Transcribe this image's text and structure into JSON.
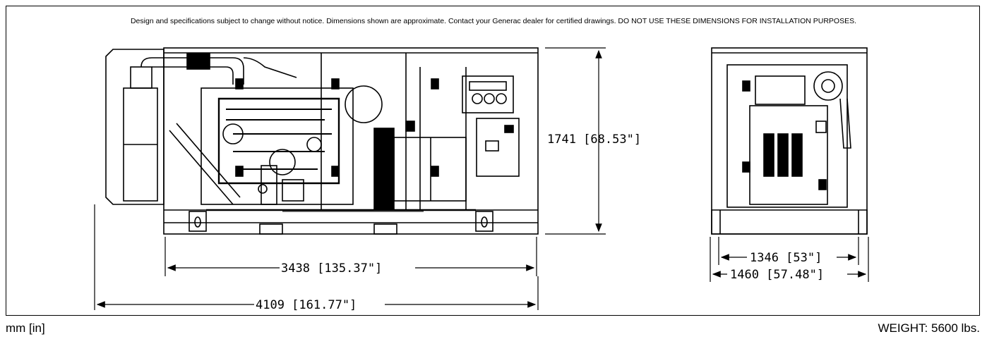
{
  "notes": {
    "disclaimer": "Design and specifications subject to change without notice.  Dimensions shown are approximate.  Contact your Generac dealer for certified drawings.  DO NOT USE THESE DIMENSIONS FOR INSTALLATION PURPOSES.",
    "units": "mm [in]",
    "weight": "WEIGHT:  5600 lbs."
  },
  "dimensions": {
    "height": "1741   [68.53\"]",
    "base_length": "3438   [135.37\"]",
    "overall_length": "4109   [161.77\"]",
    "base_width": "1346   [53\"]",
    "overall_width": "1460   [57.48\"]"
  }
}
